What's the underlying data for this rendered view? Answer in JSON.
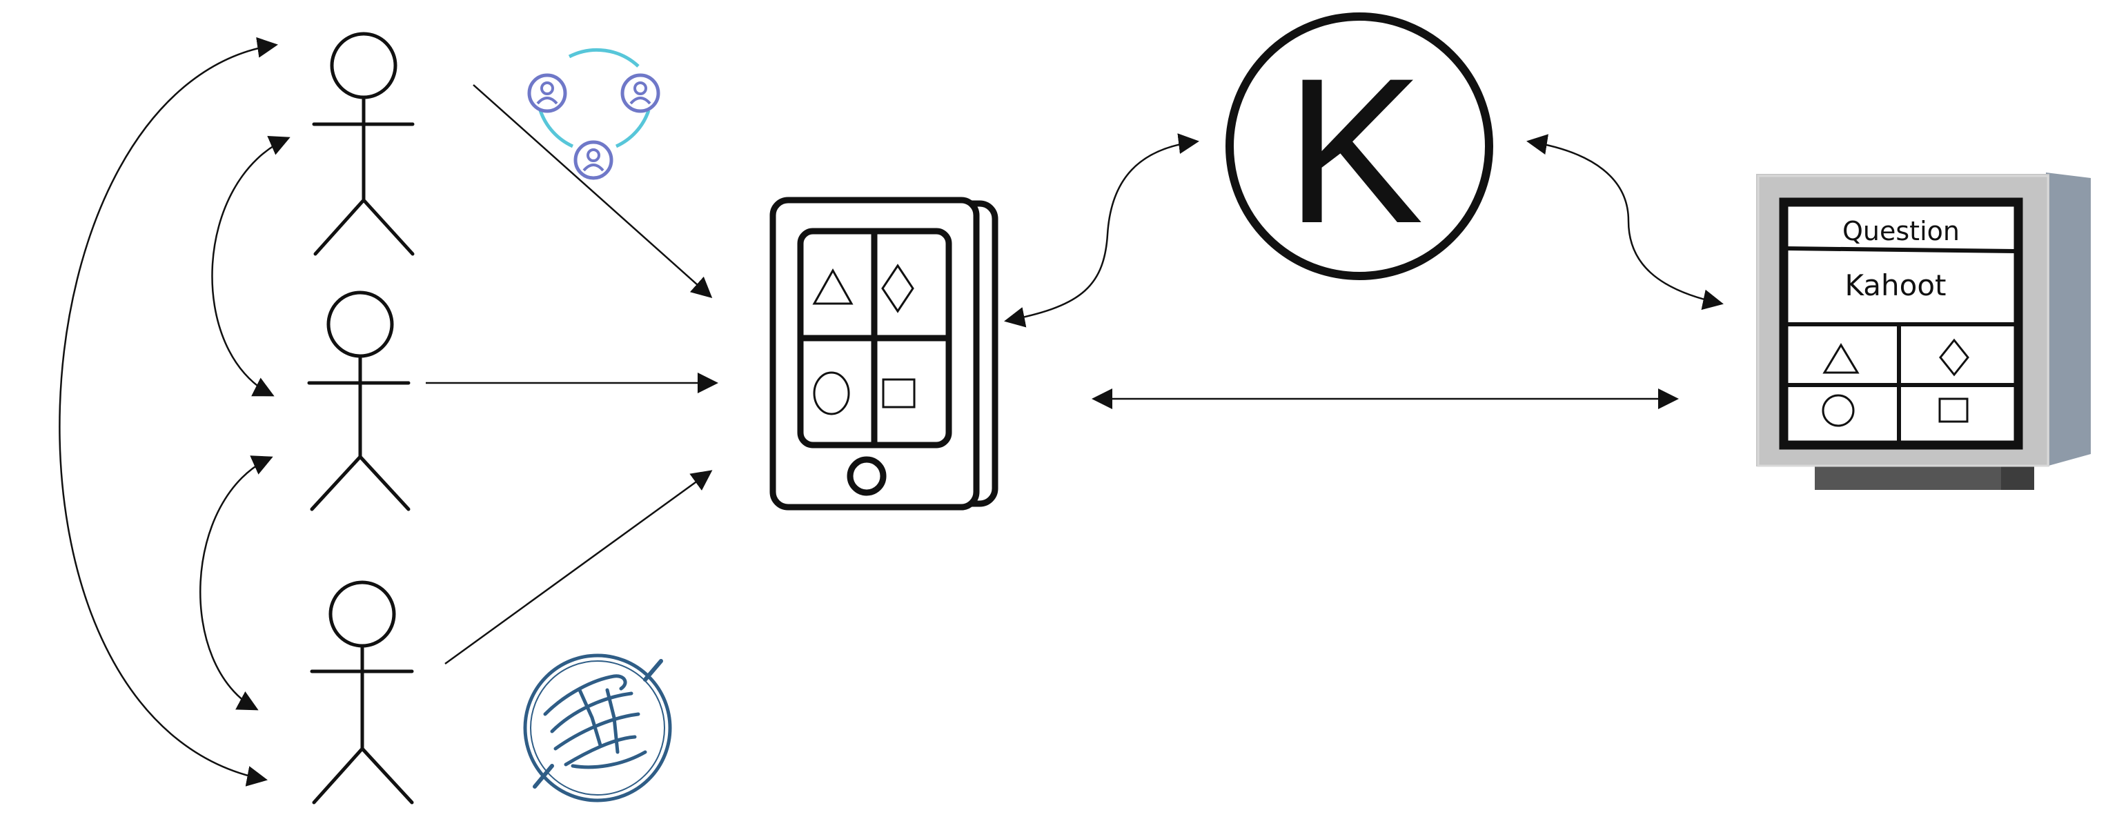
{
  "diagram": {
    "k_logo": {
      "letter": "K"
    },
    "monitor": {
      "question_label": "Question",
      "title_label": "Kahoot"
    },
    "icons": {
      "group": "group-people-icon",
      "hands": "hands-together-icon",
      "tablet_shapes": [
        "triangle",
        "diamond",
        "circle",
        "square"
      ],
      "screen_shapes": [
        "triangle",
        "diamond",
        "circle",
        "square"
      ]
    },
    "colors": {
      "stroke": "#111111",
      "group_icon_ring": "#57c6d9",
      "group_icon_person": "#6f78c8",
      "hands_icon": "#2f5d86",
      "monitor_bezel": "#c4c4c4",
      "monitor_side": "#8e9aa8",
      "monitor_stand": "#555555"
    }
  }
}
